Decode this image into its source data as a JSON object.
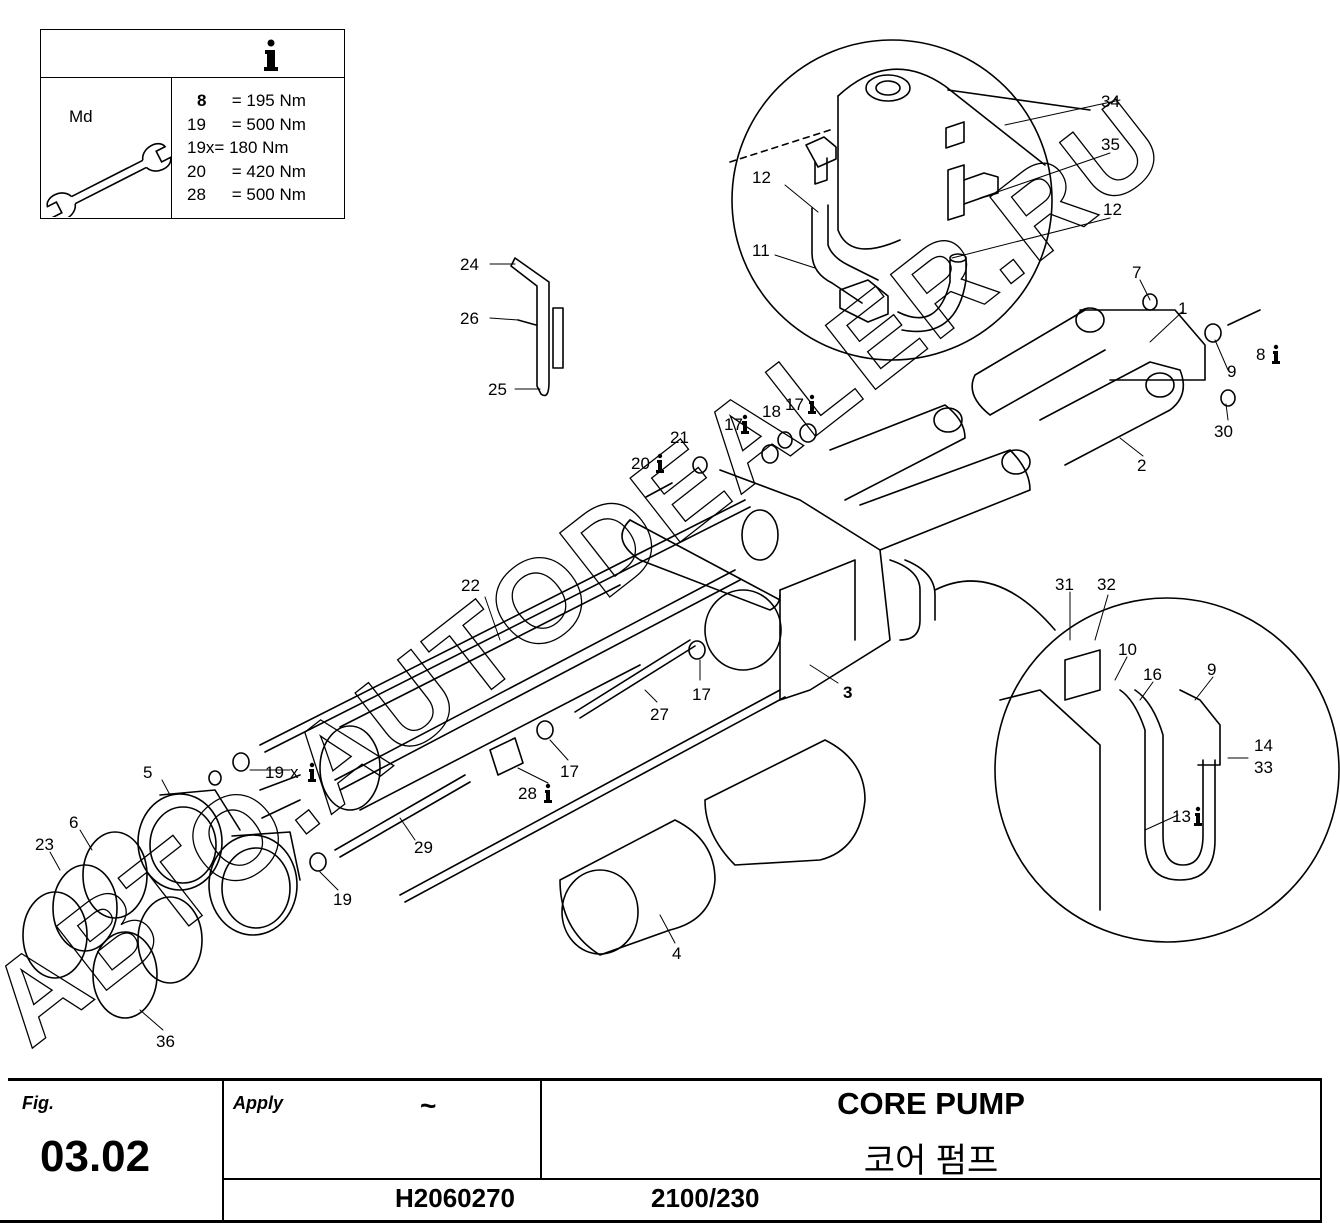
{
  "torque": {
    "md_label": "Md",
    "rows": [
      {
        "key": "8",
        "value": "= 195 Nm"
      },
      {
        "key": "19",
        "value": "= 500 Nm"
      },
      {
        "key": "19x",
        "value": "= 180 Nm"
      },
      {
        "key": "20",
        "value": "= 420 Nm"
      },
      {
        "key": "28",
        "value": "= 500 Nm"
      }
    ]
  },
  "parts": {
    "p1": "1",
    "p2": "2",
    "p3": "3",
    "p4": "4",
    "p5": "5",
    "p6": "6",
    "p7": "7",
    "p8": "8",
    "p9": "9",
    "p9b": "9",
    "p10": "10",
    "p11": "11",
    "p12a": "12",
    "p12b": "12",
    "p13": "13",
    "p14": "14",
    "p16": "16",
    "p17a": "17",
    "p17b": "17",
    "p17c": "17",
    "p17d": "17",
    "p18": "18",
    "p19a": "19",
    "p19b": "19",
    "p20": "20",
    "p21": "21",
    "p22": "22",
    "p23": "23",
    "p24": "24",
    "p25": "25",
    "p26": "26",
    "p27": "27",
    "p28": "28",
    "p29": "29",
    "p30": "30",
    "p31": "31",
    "p32": "32",
    "p33": "33",
    "p34": "34",
    "p35": "35",
    "p36": "36",
    "x_mark": "x"
  },
  "watermark": "АВТО.AUTODEALER.RU",
  "footer": {
    "fig_label": "Fig.",
    "fig_number": "03.02",
    "apply_label": "Apply",
    "apply_value": "~",
    "title_en": "CORE PUMP",
    "title_ko": "코어 펌프",
    "code": "H2060270",
    "model": "2100/230"
  }
}
